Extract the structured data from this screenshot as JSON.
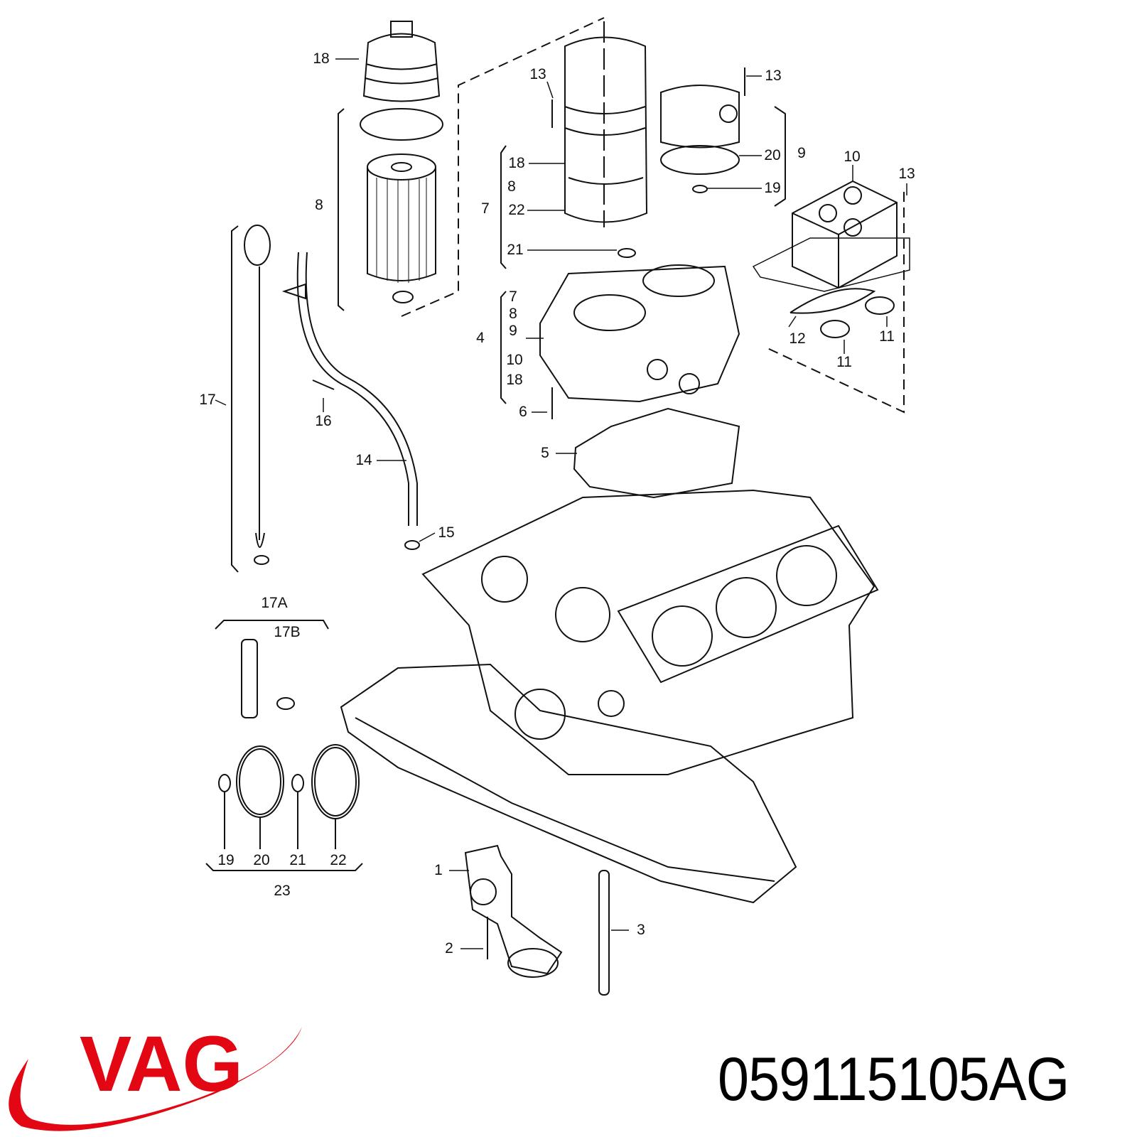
{
  "labels": [
    "18",
    "13",
    "13",
    "18",
    "8",
    "7",
    "22",
    "20",
    "9",
    "19",
    "10",
    "13",
    "8",
    "21",
    "7",
    "8",
    "9",
    "4",
    "10",
    "18",
    "12",
    "11",
    "11",
    "17",
    "16",
    "6",
    "5",
    "14",
    "15",
    "17A",
    "17B",
    "19",
    "20",
    "21",
    "22",
    "23",
    "1",
    "3",
    "2"
  ],
  "brand": {
    "logo_text": "VAG",
    "color": "#e30613"
  },
  "part_number": "059115105AG"
}
